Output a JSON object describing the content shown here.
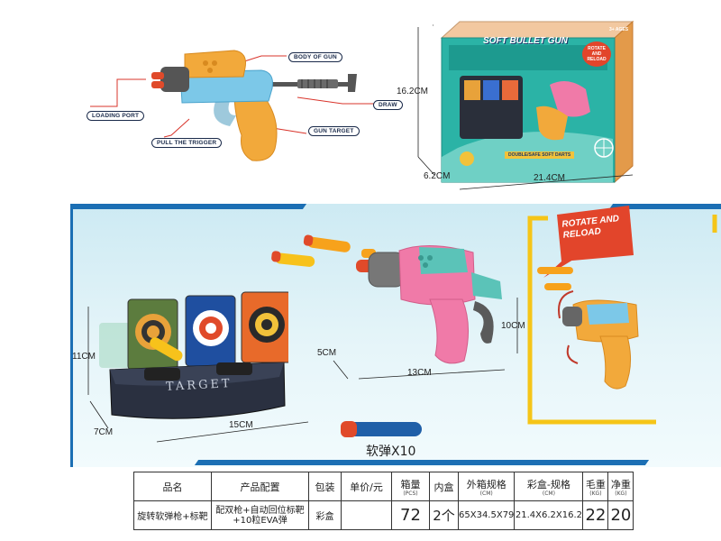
{
  "diagram": {
    "labels": {
      "loading_port": "LOADING PORT",
      "body_of_gun": "BODY OF GUN",
      "draw": "DRAW",
      "pull_trigger": "PULL THE TRIGGER",
      "gun_target": "GUN TARGET"
    }
  },
  "box": {
    "brand_text": "SOFT BULLET GUN",
    "badge_text": "ROTATE AND RELOAD",
    "ages_text": "3+ AGES",
    "bottom_text": "DOUBLE/SAFE SOFT DARTS",
    "height_dim": "16.2CM",
    "depth_dim": "6.2CM",
    "width_dim": "21.4CM"
  },
  "scene": {
    "rotate_reload": "ROTATE AND RELOAD",
    "target_text": "TARGET",
    "target_height": "11CM",
    "target_depth": "7CM",
    "target_width": "15CM",
    "gun_height": "10CM",
    "gun_depth": "5CM",
    "gun_length": "13CM",
    "dart_label": "软弹X10"
  },
  "table": {
    "headers": {
      "name": "品名",
      "config": "产品配置",
      "package": "包装",
      "unit_price": "单价/元",
      "carton_qty": "箱量",
      "carton_qty_unit": "(PCS)",
      "inner_box": "内盒",
      "outer_spec": "外箱规格",
      "outer_spec_unit": "(CM)",
      "color_box_spec": "彩盒-规格",
      "color_box_unit": "(CM)",
      "gross_weight": "毛重",
      "gross_weight_unit": "(KG)",
      "net_weight": "净重",
      "net_weight_unit": "(KG)"
    },
    "row": {
      "name": "旋转软弹枪+标靶",
      "config": "配双枪+自动回位标靶+10粒EVA弹",
      "package": "彩盒",
      "unit_price": "",
      "carton_qty": "72",
      "inner_box": "2个",
      "outer_spec": "65X34.5X79",
      "color_box_spec": "21.4X6.2X16.2",
      "gross_weight": "22",
      "net_weight": "20"
    }
  },
  "colors": {
    "gun_orange": "#f2a93b",
    "gun_blue": "#7cc8e8",
    "gun_pink": "#f07aa8",
    "gun_teal": "#5bc3b8",
    "dart_orange": "#f7a21b",
    "dart_blue": "#1f5fa8",
    "box_teal": "#2bb3a6",
    "stripe_blue": "#1b6fb4",
    "badge_red": "#e2452b"
  }
}
